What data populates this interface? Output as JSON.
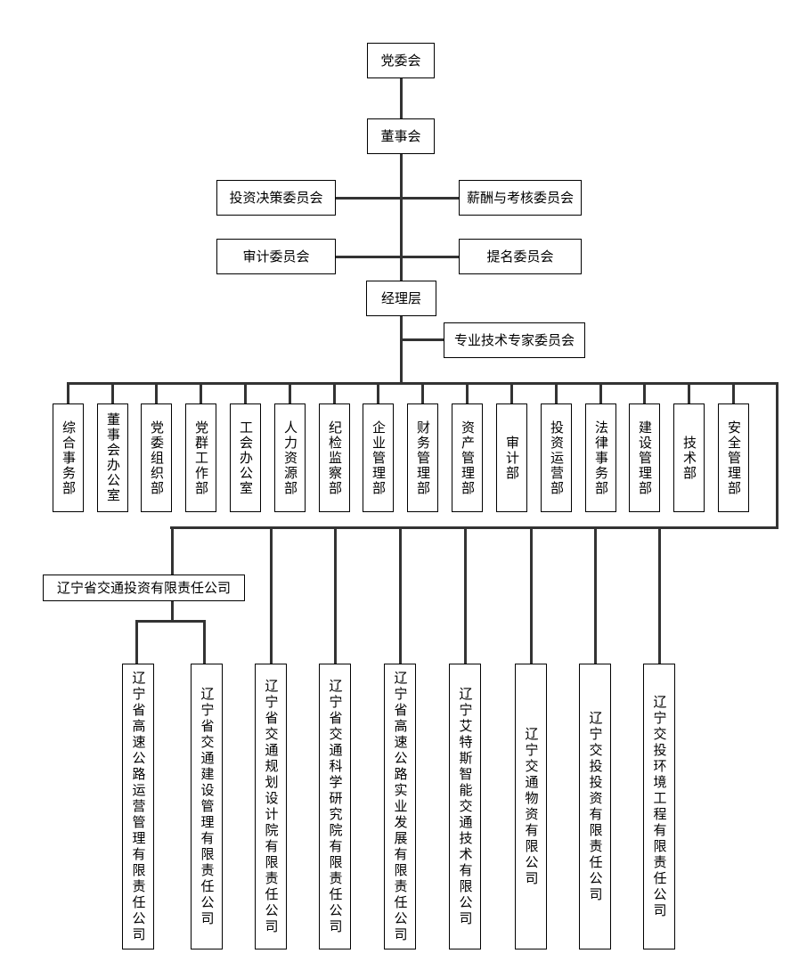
{
  "org": {
    "top": {
      "party_committee": "党委会",
      "board": "董事会",
      "management": "经理层"
    },
    "committees": {
      "investment_decision": "投资决策委员会",
      "compensation_assessment": "薪酬与考核委员会",
      "audit": "审计委员会",
      "nomination": "提名委员会",
      "professional_expert": "专业技术专家委员会"
    },
    "departments": [
      "综合事务部",
      "董事会办公室",
      "党委组织部",
      "党群工作部",
      "工会办公室",
      "人力资源部",
      "纪检监察部",
      "企业管理部",
      "财务管理部",
      "资产管理部",
      "审计部",
      "投资运营部",
      "法律事务部",
      "建设管理部",
      "技术部",
      "安全管理部"
    ],
    "parent_company": "辽宁省交通投资有限责任公司",
    "subsidiaries": [
      "辽宁省高速公路运营管理有限责任公司",
      "辽宁省交通建设管理有限责任公司",
      "辽宁省交通规划设计院有限责任公司",
      "辽宁省交通科学研究院有限责任公司",
      "辽宁省高速公路实业发展有限责任公司",
      "辽宁艾特斯智能交通技术有限公司",
      "辽宁交通物资有限公司",
      "辽宁交投投资有限责任公司",
      "辽宁交投环境工程有限责任公司"
    ],
    "colors": {
      "line": "#333333",
      "border": "#000000",
      "background": "#ffffff",
      "text": "#000000"
    }
  }
}
